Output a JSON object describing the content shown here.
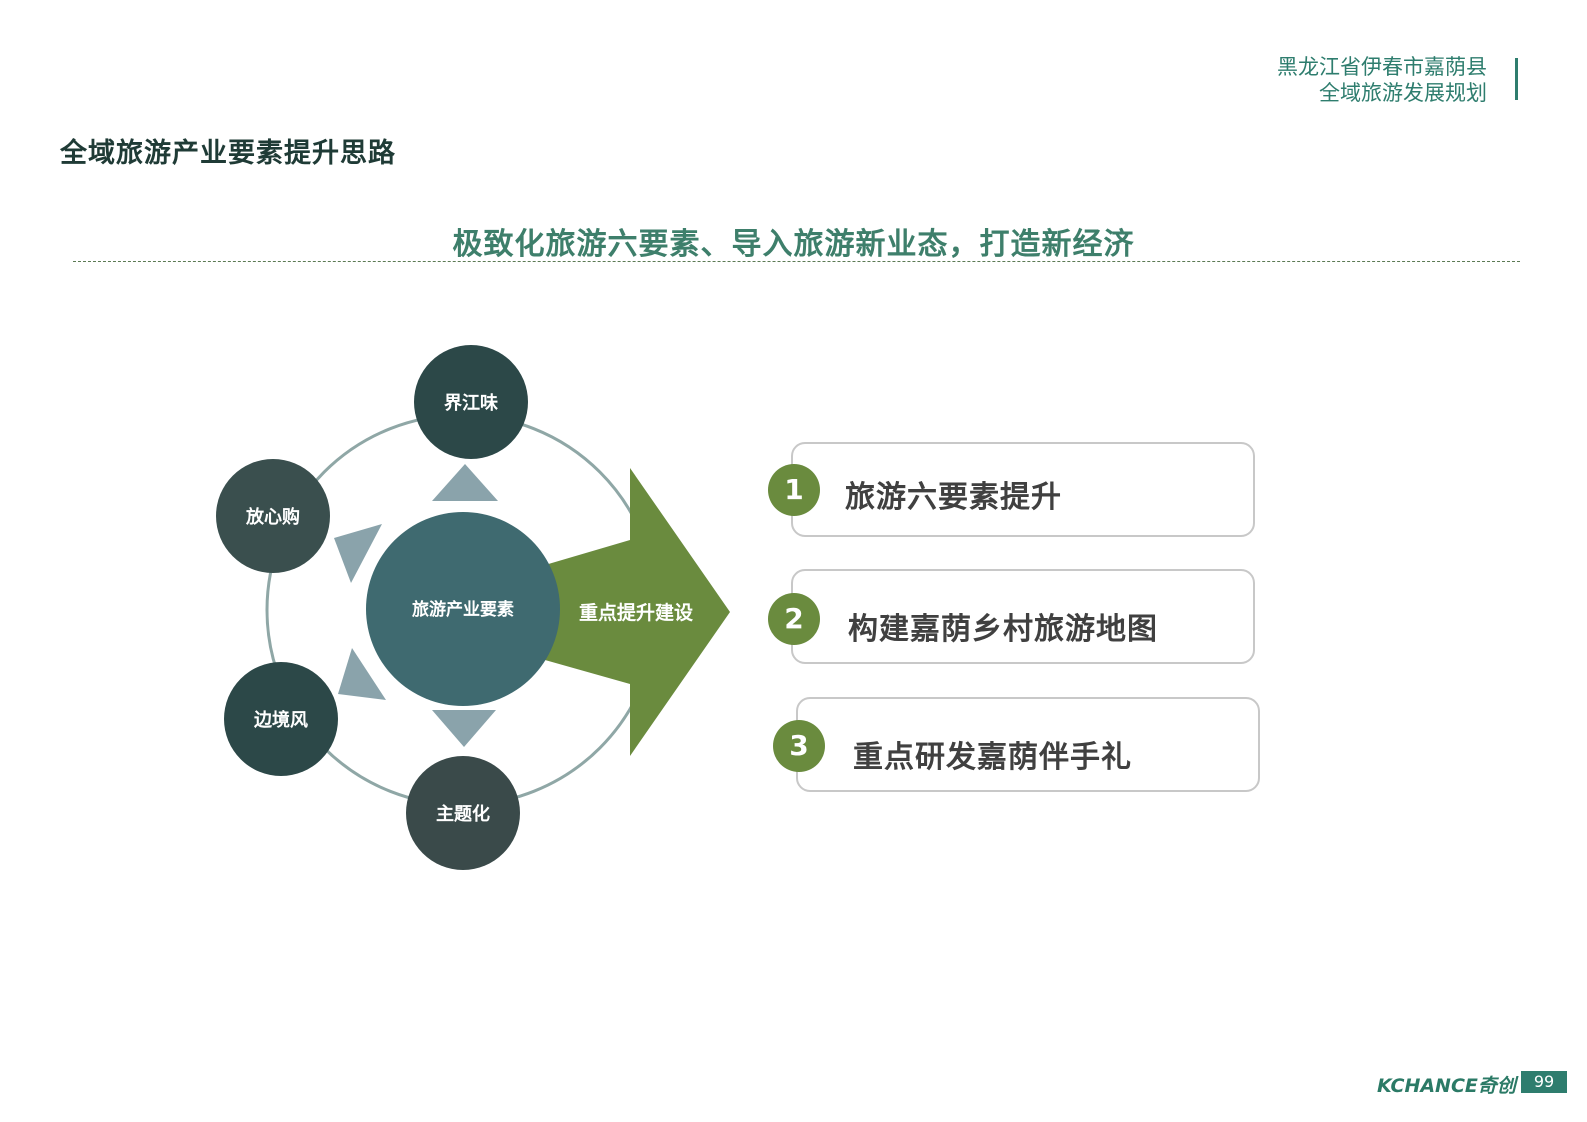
{
  "header": {
    "line1": "黑龙江省伊春市嘉荫县",
    "line2": "全域旅游发展规划"
  },
  "page_title": "全域旅游产业要素提升思路",
  "subtitle": "极致化旅游六要素、导入旅游新业态，打造新经济",
  "diagram": {
    "center": "旅游产业要素",
    "nodes": [
      "界江味",
      "放心购",
      "边境风",
      "主题化"
    ],
    "arrow_label": "重点提升建设"
  },
  "items": [
    {
      "num": "1",
      "text": "旅游六要素提升"
    },
    {
      "num": "2",
      "text": "构建嘉荫乡村旅游地图"
    },
    {
      "num": "3",
      "text": "重点研发嘉荫伴手礼"
    }
  ],
  "footer": {
    "logo": "KCHANCE奇创",
    "page_number": "99"
  },
  "colors": {
    "accent_green": "#6a8b3e",
    "teal": "#2e7d6e",
    "center_circle": "#3f6a70",
    "node_circle": "#2e4a4a"
  }
}
